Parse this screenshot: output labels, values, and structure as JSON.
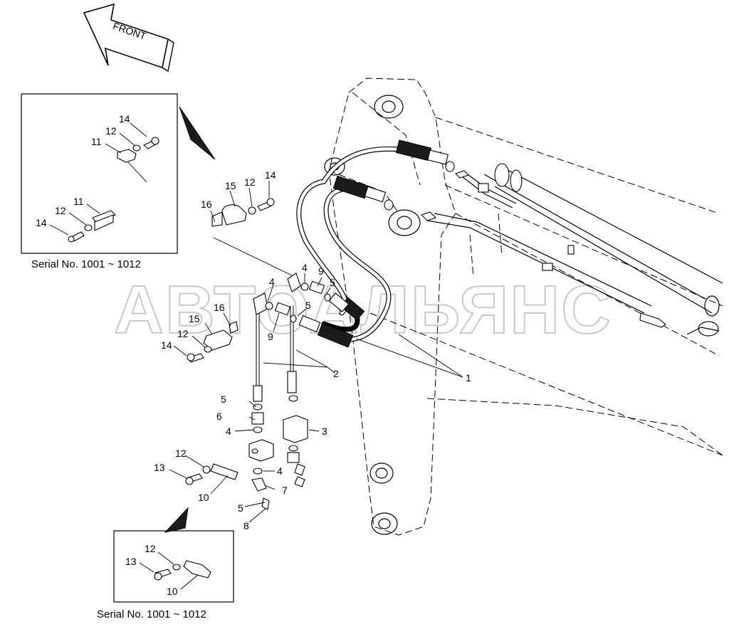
{
  "watermark": "АВТОАЛЬЯНС",
  "front_label": "FRONT",
  "insets": {
    "top": {
      "serial": "Serial No. 1001 ~ 1012",
      "labels": {
        "a14": "14",
        "a12": "12",
        "a11": "11",
        "b11": "11",
        "b12": "12",
        "b14": "14"
      }
    },
    "bottom": {
      "serial": "Serial No. 1001 ~ 1012",
      "labels": {
        "c12": "12",
        "c13": "13",
        "c10": "10"
      }
    }
  },
  "callouts": {
    "c16a": "16",
    "c15a": "15",
    "c12a": "12",
    "c14a": "14",
    "c4a": "4",
    "c9a": "9",
    "c4b": "4",
    "c5a": "5",
    "c5b": "5",
    "c9b": "9",
    "c16b": "16",
    "c15b": "15",
    "c12b": "12",
    "c14b": "14",
    "c2": "2",
    "c1": "1",
    "c5c": "5",
    "c6": "6",
    "c4c": "4",
    "c3": "3",
    "c12c": "12",
    "c13": "13",
    "c4d": "4",
    "c7": "7",
    "c10": "10",
    "c5d": "5",
    "c8": "8"
  }
}
